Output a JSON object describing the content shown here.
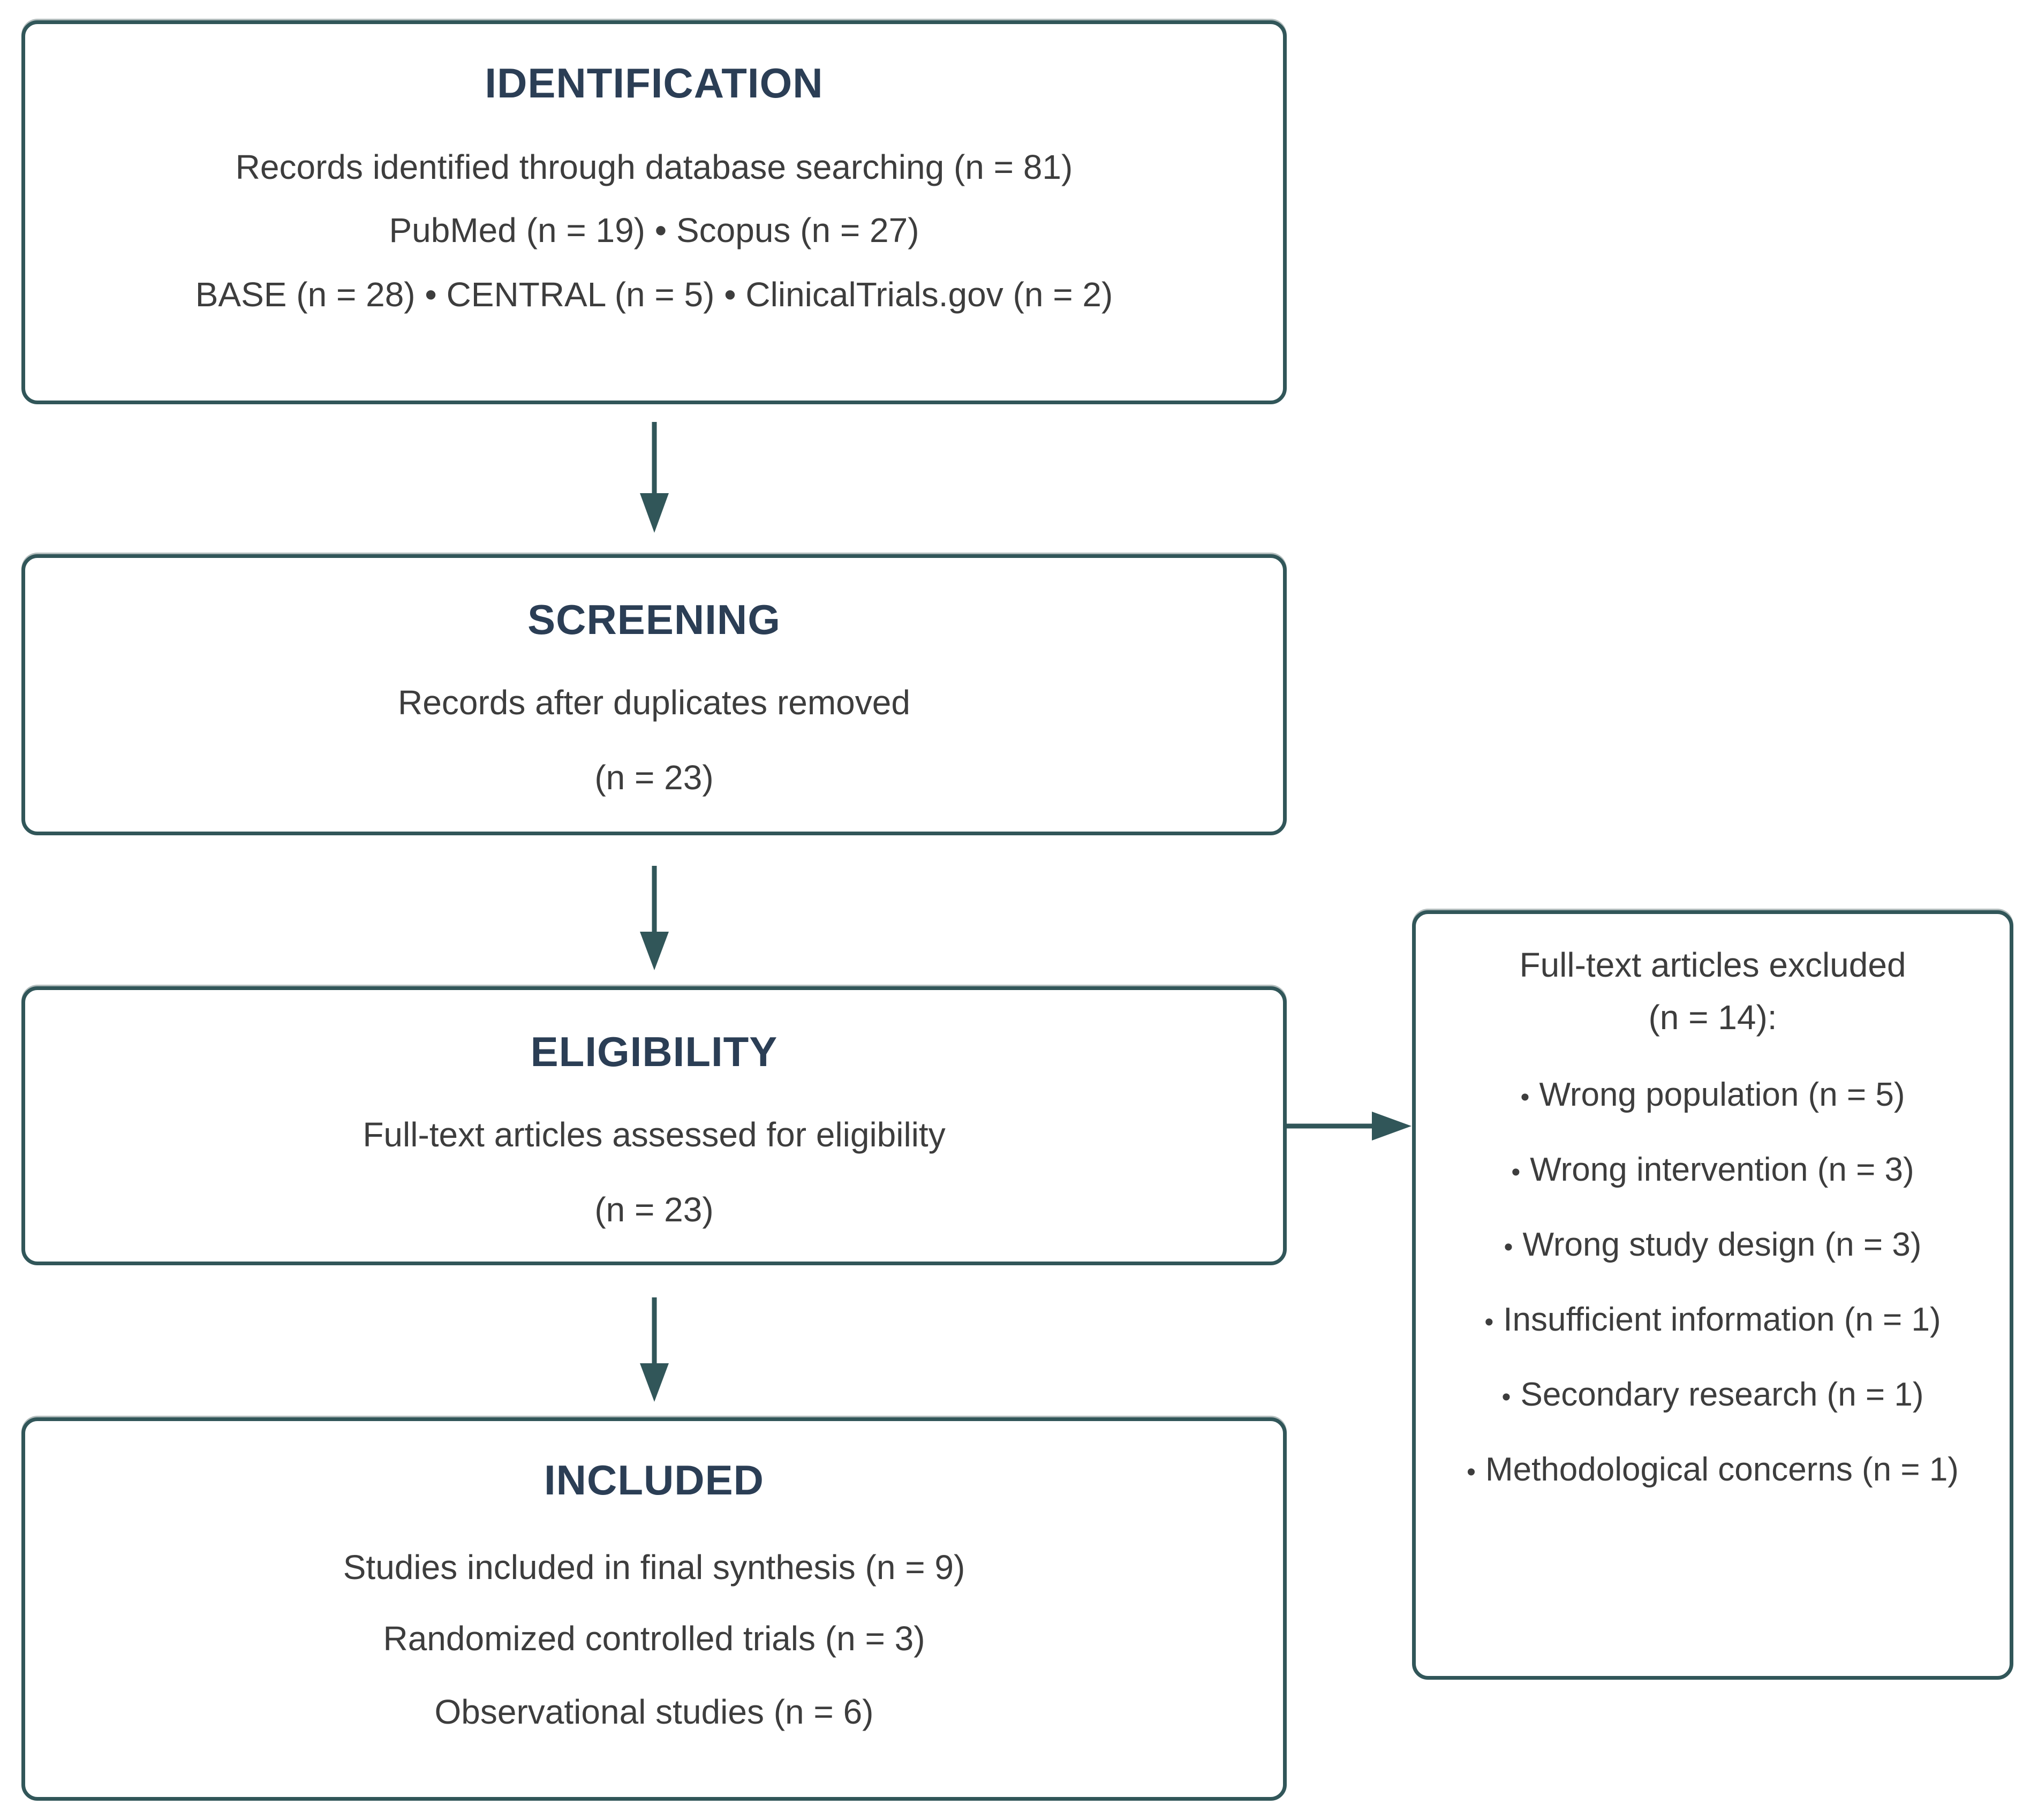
{
  "diagram": {
    "stages": [
      {
        "id": "identification",
        "title": "IDENTIFICATION",
        "lines": [
          "Records identified through database searching (n = 81)",
          "PubMed (n = 19) • Scopus (n = 27)",
          "BASE (n = 28) • CENTRAL (n = 5) • ClinicalTrials.gov (n = 2)"
        ]
      },
      {
        "id": "screening",
        "title": "SCREENING",
        "lines": [
          "Records after duplicates removed",
          "(n = 23)"
        ]
      },
      {
        "id": "eligibility",
        "title": "ELIGIBILITY",
        "lines": [
          "Full-text articles assessed for eligibility",
          "(n = 23)"
        ]
      },
      {
        "id": "included",
        "title": "INCLUDED",
        "lines": [
          "Studies included in final synthesis (n = 9)",
          "Randomized controlled trials (n = 3)",
          "Observational studies (n = 6)"
        ]
      }
    ],
    "exclusion": {
      "title_line1": "Full-text articles excluded",
      "title_line2": "(n = 14):",
      "items": [
        "Wrong population (n = 5)",
        "Wrong intervention (n = 3)",
        "Wrong study design (n = 3)",
        "Insufficient information (n = 1)",
        "Secondary research (n = 1)",
        "Methodological concerns (n = 1)"
      ]
    },
    "colors": {
      "border_and_arrows": "#315659",
      "stage_heading": "#2B3E55",
      "body_text": "#3D3D3D",
      "background": "#FFFFFF"
    }
  }
}
